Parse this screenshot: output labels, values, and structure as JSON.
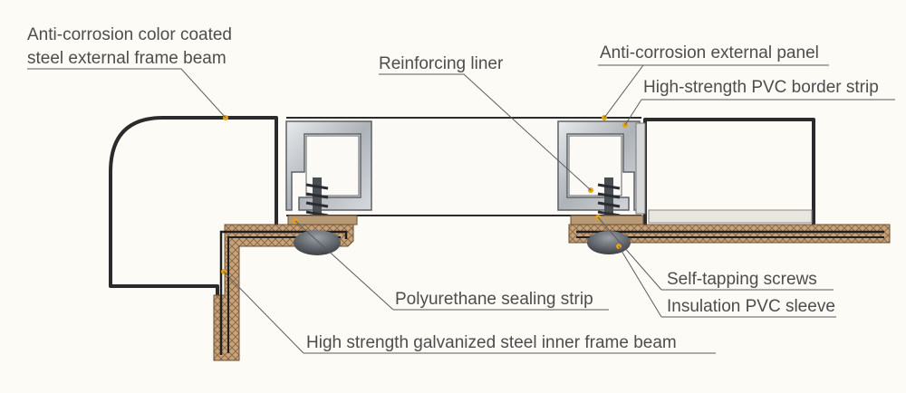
{
  "labels": {
    "outer_frame_line1": "Anti-corrosion color coated",
    "outer_frame_line2": "steel external frame beam",
    "reinforcing_liner": "Reinforcing liner",
    "external_panel": "Anti-corrosion external panel",
    "pvc_border": "High-strength PVC border strip",
    "screws": "Self-tapping screws",
    "pvc_sleeve": "Insulation PVC sleeve",
    "sealing_strip": "Polyurethane sealing strip",
    "inner_frame": "High strength galvanized steel inner frame beam"
  },
  "colors": {
    "background": "#fdfbf6",
    "frame_stroke": "#2b2b2b",
    "insulation_fill": "#c8a27a",
    "insulation_hatch": "#8a6a48",
    "metal_fill": "#c9cdd1",
    "marker_dot": "#e3a21a",
    "label_text": "#4d4d4d"
  }
}
